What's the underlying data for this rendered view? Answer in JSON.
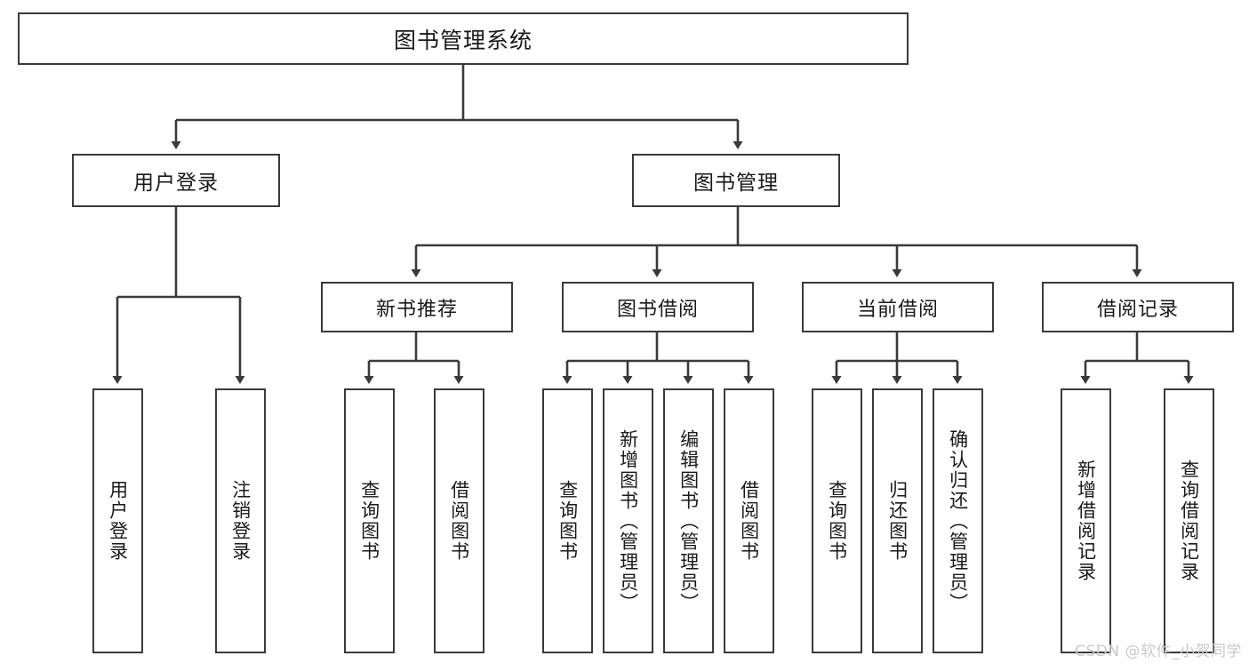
{
  "diagram": {
    "title": "图书管理系统",
    "watermark": "CSDN @软件_小贺同学",
    "colors": {
      "stroke": "#3a3a3a",
      "fill": "#ffffff",
      "text": "#1a1a1a",
      "watermark": "#c9c9c9"
    },
    "root": {
      "label": "图书管理系统"
    },
    "level2": [
      {
        "id": "user-login",
        "label": "用户登录"
      },
      {
        "id": "book-management",
        "label": "图书管理"
      }
    ],
    "level3": [
      {
        "id": "new-book-recommend",
        "label": "新书推荐"
      },
      {
        "id": "book-borrow",
        "label": "图书借阅"
      },
      {
        "id": "current-borrow",
        "label": "当前借阅"
      },
      {
        "id": "borrow-record",
        "label": "借阅记录"
      }
    ],
    "leaves": {
      "user_login": [
        {
          "id": "leaf-user-login",
          "label": "用户登录"
        },
        {
          "id": "leaf-logout-login",
          "label": "注销登录"
        }
      ],
      "new_book_recommend": [
        {
          "id": "leaf-query-book-1",
          "label": "查询图书"
        },
        {
          "id": "leaf-borrow-book-1",
          "label": "借阅图书"
        }
      ],
      "book_borrow": [
        {
          "id": "leaf-query-book-2",
          "label": "查询图书"
        },
        {
          "id": "leaf-add-book",
          "label": "新增图书（管理员）"
        },
        {
          "id": "leaf-edit-book",
          "label": "编辑图书（管理员）"
        },
        {
          "id": "leaf-borrow-book-2",
          "label": "借阅图书"
        }
      ],
      "current_borrow": [
        {
          "id": "leaf-query-book-3",
          "label": "查询图书"
        },
        {
          "id": "leaf-return-book",
          "label": "归还图书"
        },
        {
          "id": "leaf-confirm-return",
          "label": "确认归还（管理员）"
        }
      ],
      "borrow_record": [
        {
          "id": "leaf-add-borrow-record",
          "label": "新增借阅记录"
        },
        {
          "id": "leaf-query-borrow-record",
          "label": "查询借阅记录"
        }
      ]
    }
  }
}
